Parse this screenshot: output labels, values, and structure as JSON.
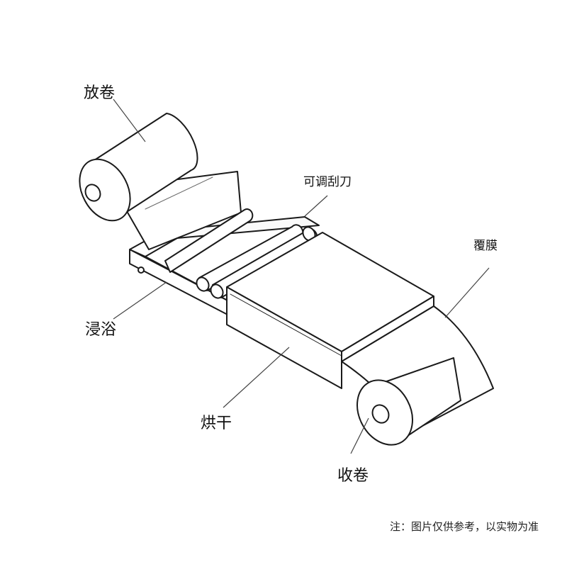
{
  "labels": {
    "unwind": "放卷",
    "scraper": "可调刮刀",
    "film": "覆膜",
    "bath": "浸浴",
    "dryer": "烘干",
    "rewind": "收卷"
  },
  "note": "注：图片仅供参考，以实物为准",
  "colors": {
    "stroke": "#1a1a1a",
    "fill": "#ffffff",
    "leader": "#444444"
  }
}
